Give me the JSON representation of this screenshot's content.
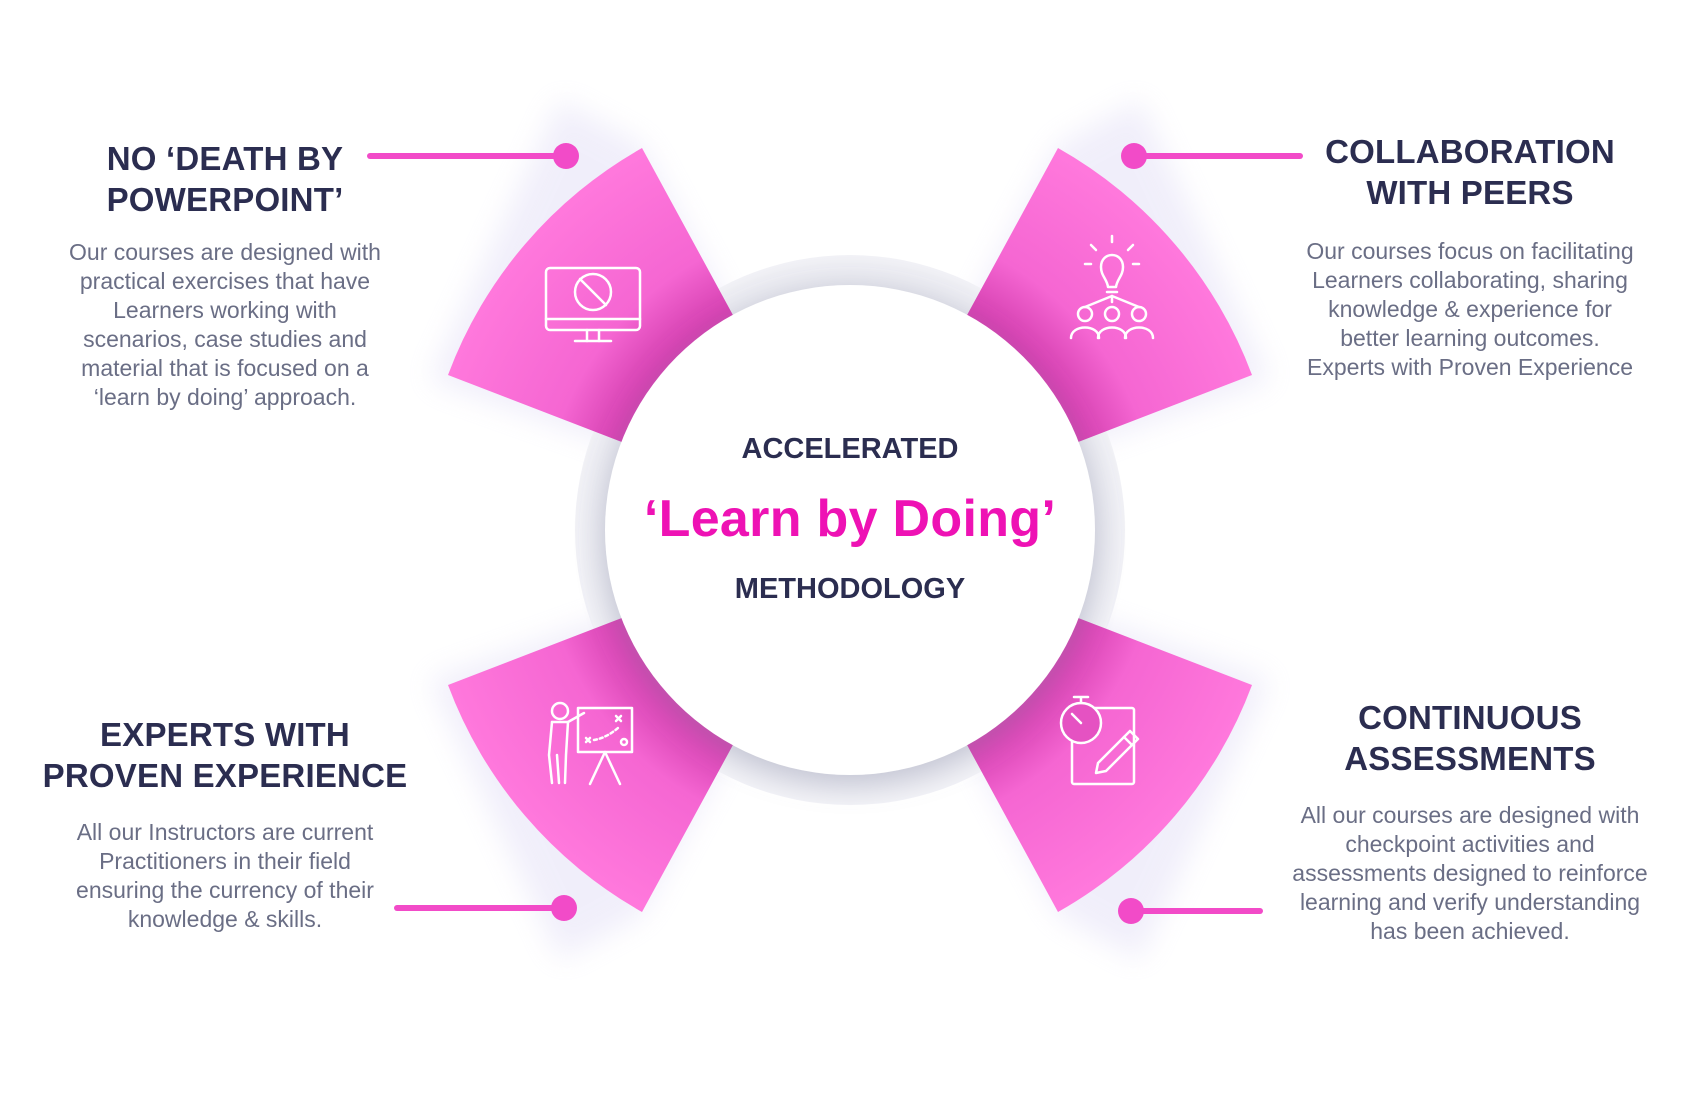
{
  "center": {
    "line1": "ACCELERATED",
    "line2": "‘Learn by Doing’",
    "line3": "METHODOLOGY"
  },
  "blocks": {
    "top_left": {
      "title_line1": "NO ‘DEATH BY",
      "title_line2": "POWERPOINT’",
      "body_lines": [
        "Our courses are designed with",
        "practical exercises that have",
        "Learners working with",
        "scenarios, case studies and",
        "material that is focused on a",
        "‘learn by doing’ approach."
      ],
      "icon": "monitor-no-slides-icon"
    },
    "top_right": {
      "title_line1": "COLLABORATION",
      "title_line2": "WITH PEERS",
      "body_lines": [
        "Our courses focus on facilitating",
        "Learners collaborating, sharing",
        "knowledge & experience for",
        "better learning outcomes.",
        "Experts with Proven Experience"
      ],
      "icon": "lightbulb-team-icon"
    },
    "bottom_left": {
      "title_line1": "EXPERTS WITH",
      "title_line2": "PROVEN EXPERIENCE",
      "body_lines": [
        "All our Instructors are current",
        "Practitioners in their field",
        "ensuring the currency of their",
        "knowledge & skills."
      ],
      "icon": "instructor-whiteboard-icon"
    },
    "bottom_right": {
      "title_line1": "CONTINUOUS",
      "title_line2": "ASSESSMENTS",
      "body_lines": [
        "All our courses are designed with",
        "checkpoint activities and",
        "assessments designed to reinforce",
        "learning and verify understanding",
        "has been achieved."
      ],
      "icon": "stopwatch-checklist-icon"
    }
  },
  "colors": {
    "accent_pink": "#ee12b4",
    "wedge_pink": "#fa72d6",
    "connector_pink": "#f24bc8",
    "title_navy": "#2b2d50",
    "body_gray": "#6a6e85"
  }
}
